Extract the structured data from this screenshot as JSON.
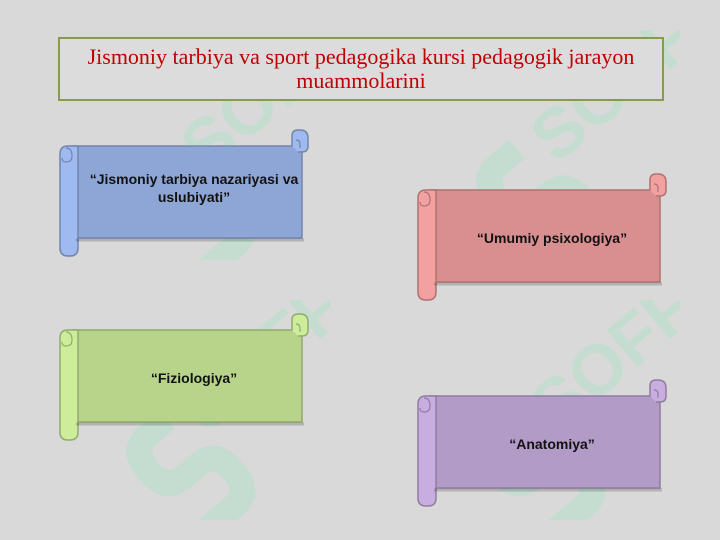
{
  "title": "Jismoniy tarbiya va sport pedagogika kursi pedagogik jarayon muammolarini",
  "scrolls": [
    {
      "label": "“Jismoniy tarbiya nazariyasi va uslubiyati”",
      "color": "#8ea6d6"
    },
    {
      "label": "“Umumiy psixologiya”",
      "color": "#d98f8f"
    },
    {
      "label": "“Fiziologiya”",
      "color": "#b7d48a"
    },
    {
      "label": "“Anatomiya”",
      "color": "#b39bc8"
    }
  ],
  "watermark_text": "SOFF"
}
